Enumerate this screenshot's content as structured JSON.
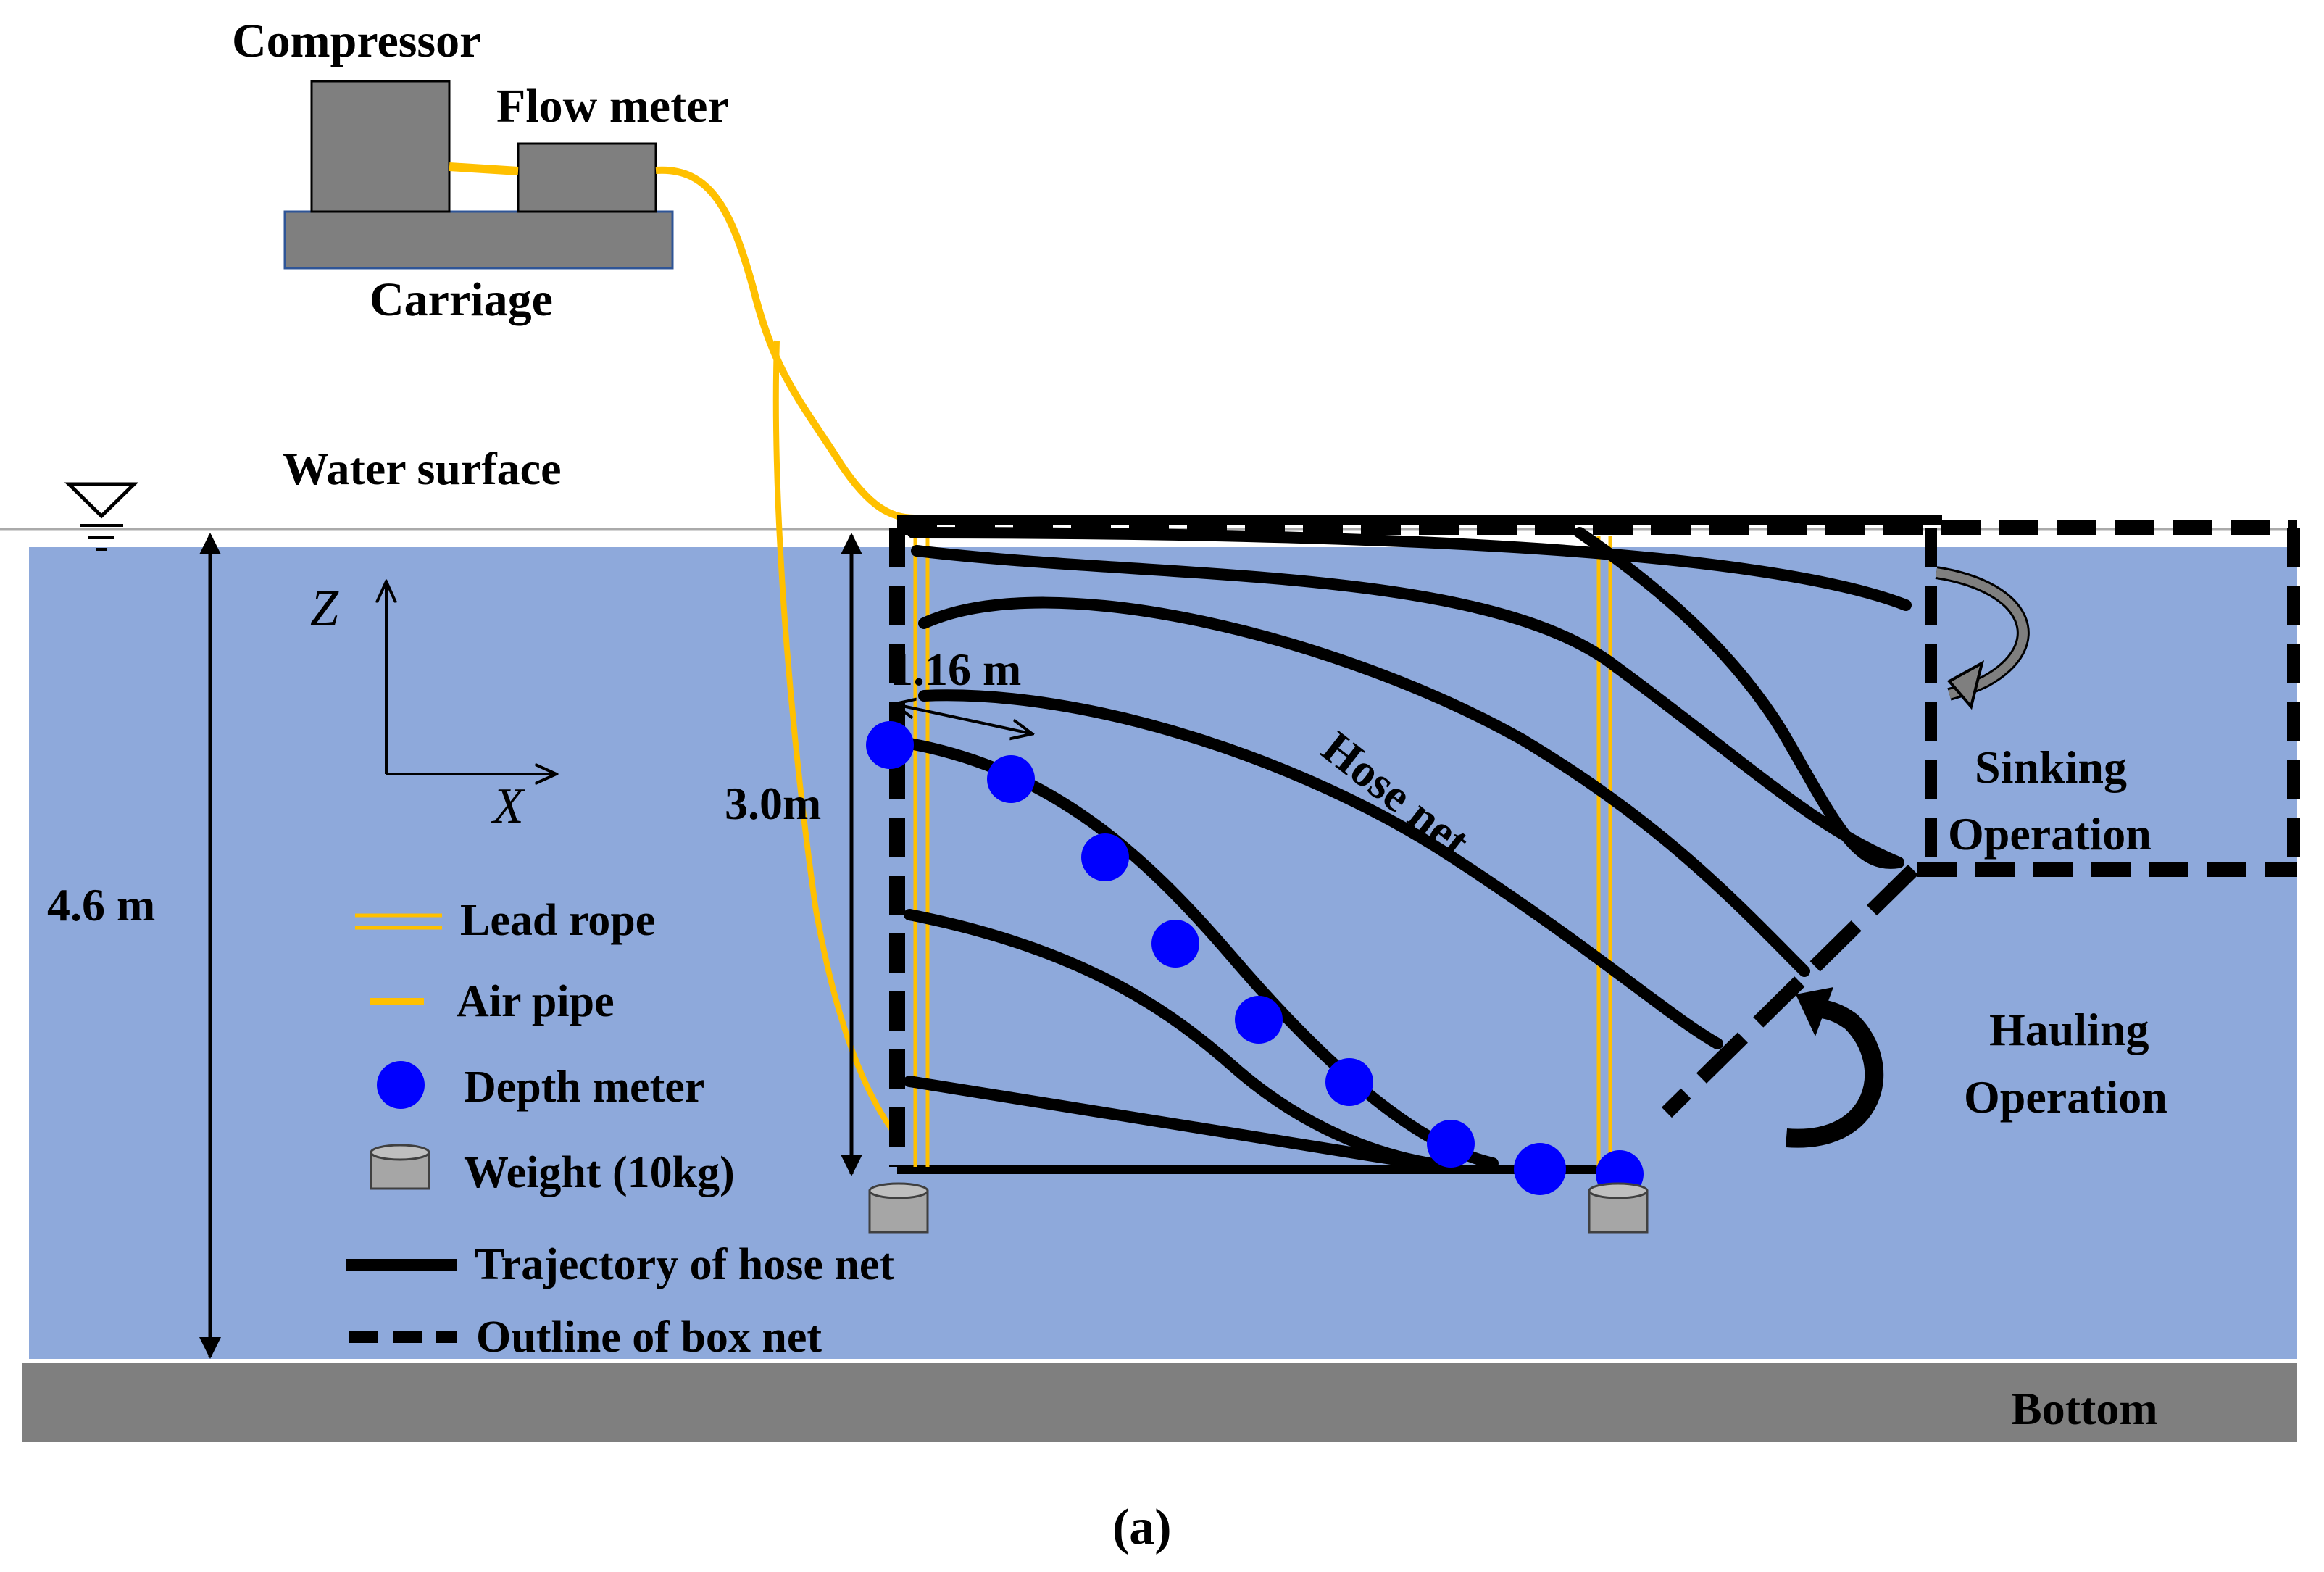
{
  "labels": {
    "compressor": "Compressor",
    "flow_meter": "Flow meter",
    "carriage": "Carriage",
    "water_surface": "Water surface",
    "axis_z": "Z",
    "axis_x": "X",
    "depth_total": "4.6 m",
    "net_height": "3.0m",
    "spacing": "1.16 m",
    "hose_net": "Hose net",
    "sinking_1": "Sinking",
    "sinking_2": "Operation",
    "hauling_1": "Hauling",
    "hauling_2": "Operation",
    "bottom": "Bottom",
    "caption": "(a)"
  },
  "legend": [
    {
      "symbol": "lead-rope",
      "label": "Lead rope"
    },
    {
      "symbol": "air-pipe",
      "label": "Air pipe"
    },
    {
      "symbol": "depth-meter",
      "label": "Depth meter"
    },
    {
      "symbol": "weight",
      "label": "Weight (10kg)"
    },
    {
      "symbol": "trajectory",
      "label": "Trajectory of hose net"
    },
    {
      "symbol": "box-outline",
      "label": "Outline of box net"
    }
  ],
  "colors": {
    "water": "#8EA9DB",
    "bottom": "#7F7F7F",
    "equipment": "#7F7F7F",
    "pipe": "#FFC000",
    "depth_meter": "#0000FF",
    "line": "#000000"
  }
}
